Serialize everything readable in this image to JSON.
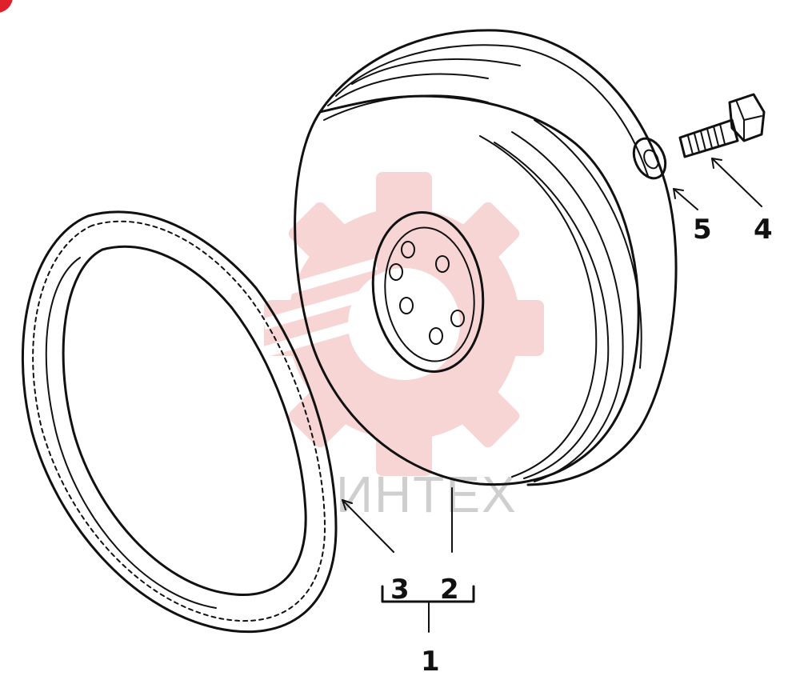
{
  "watermark": {
    "text": "ИНТЕХ",
    "color": "#f2b3b3"
  },
  "corner_badge_color": "#e0202a",
  "callouts": {
    "c1": "1",
    "c2": "2",
    "c3": "3",
    "c4": "4",
    "c5": "5"
  }
}
